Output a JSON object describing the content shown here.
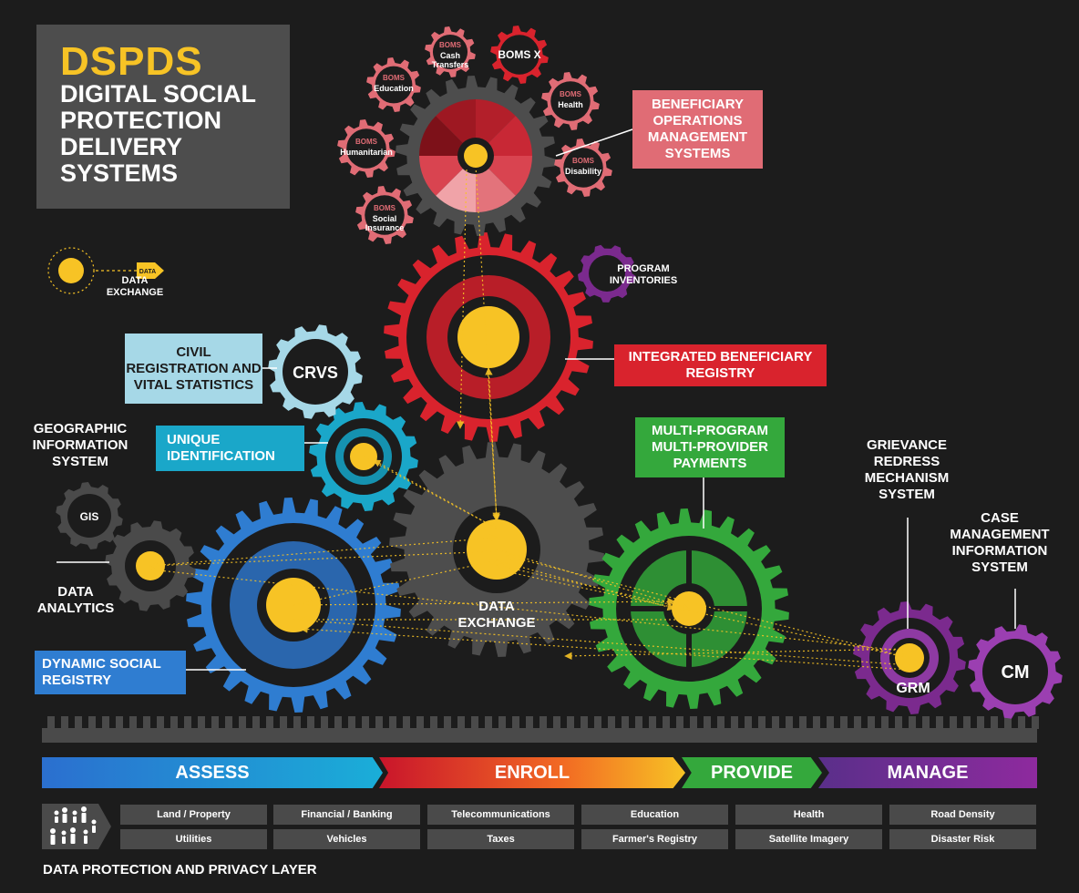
{
  "title": {
    "acronym": "DSPDS",
    "main": "DIGITAL SOCIAL PROTECTION DELIVERY SYSTEMS"
  },
  "legend": {
    "label": "DATA EXCHANGE",
    "tag": "DATA"
  },
  "boms": {
    "label": "BENEFICIARY OPERATIONS MANAGEMENT SYSTEMS",
    "prefix": "BOMS",
    "satellites": [
      "Cash Transfers",
      "Education",
      "Humanitarian",
      "Social Insurance",
      "Health",
      "Disability"
    ],
    "extra": "BOMS X"
  },
  "labels": {
    "program_inventories": "PROGRAM INVENTORIES",
    "ibr": "INTEGRATED BENEFICIARY REGISTRY",
    "crvs_full": "CIVIL REGISTRATION AND VITAL STATISTICS",
    "crvs": "CRVS",
    "uid": "UNIQUE IDENTIFICATION",
    "gis_full": "GEOGRAPHIC INFORMATION SYSTEM",
    "gis": "GIS",
    "analytics": "DATA ANALYTICS",
    "dsr": "DYNAMIC SOCIAL REGISTRY",
    "exchange": "DATA EXCHANGE",
    "payments": "MULTI-PROGRAM MULTI-PROVIDER PAYMENTS",
    "grm_full": "GRIEVANCE REDRESS MECHANISM SYSTEM",
    "grm": "GRM",
    "cm_full": "CASE MANAGEMENT INFORMATION SYSTEM",
    "cm": "CM"
  },
  "phases": [
    "ASSESS",
    "ENROLL",
    "PROVIDE",
    "MANAGE"
  ],
  "data_sources": [
    [
      "Land / Property",
      "Financial / Banking",
      "Telecommunications",
      "Education",
      "Health",
      "Road Density"
    ],
    [
      "Utilities",
      "Vehicles",
      "Taxes",
      "Farmer's Registry",
      "Satellite Imagery",
      "Disaster Risk"
    ]
  ],
  "footer": "DATA PROTECTION AND PRIVACY LAYER",
  "colors": {
    "background": "#1c1c1c",
    "yellow": "#f7c325",
    "boms_pink": "#e06c75",
    "red": "#d9232d",
    "purple": "#7b2a8e",
    "light_blue": "#a6d8e7",
    "cyan": "#1aa7c9",
    "blue": "#2f7dd1",
    "green": "#34a83c",
    "grey": "#4d4d4d"
  }
}
